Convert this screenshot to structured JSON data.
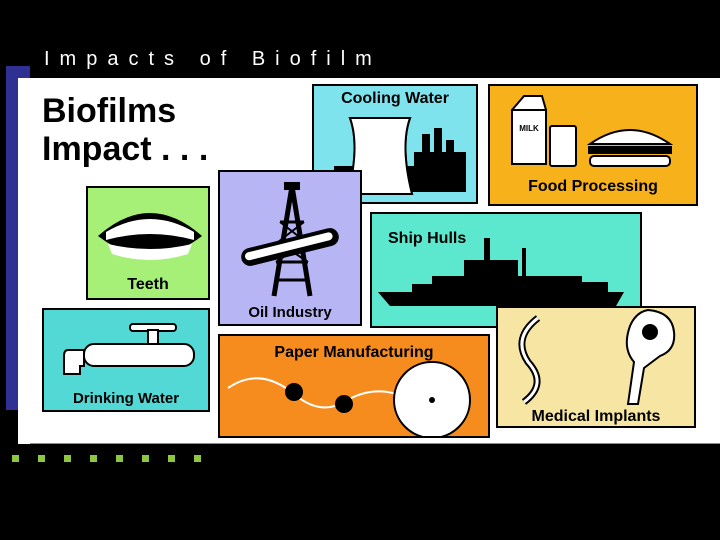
{
  "slide": {
    "title": "Impacts of Biofilm"
  },
  "poster": {
    "headline_line1": "Biofilms",
    "headline_line2": "Impact . . .",
    "panels": {
      "cooling_water": "Cooling Water",
      "food_processing": "Food Processing",
      "milk_carton_text": "MILK",
      "teeth": "Teeth",
      "oil_industry": "Oil Industry",
      "ship_hulls": "Ship Hulls",
      "drinking_water": "Drinking Water",
      "paper_manufacturing": "Paper Manufacturing",
      "medical_implants": "Medical Implants"
    },
    "colors": {
      "cooling": "#7fe3ee",
      "food": "#f7b21b",
      "teeth": "#a6f077",
      "oil": "#b8b5f5",
      "ship": "#5ce8cf",
      "drinking": "#52d9d6",
      "paper": "#f78c1e",
      "medical": "#f7e6a3"
    }
  },
  "bullets_count": 8
}
